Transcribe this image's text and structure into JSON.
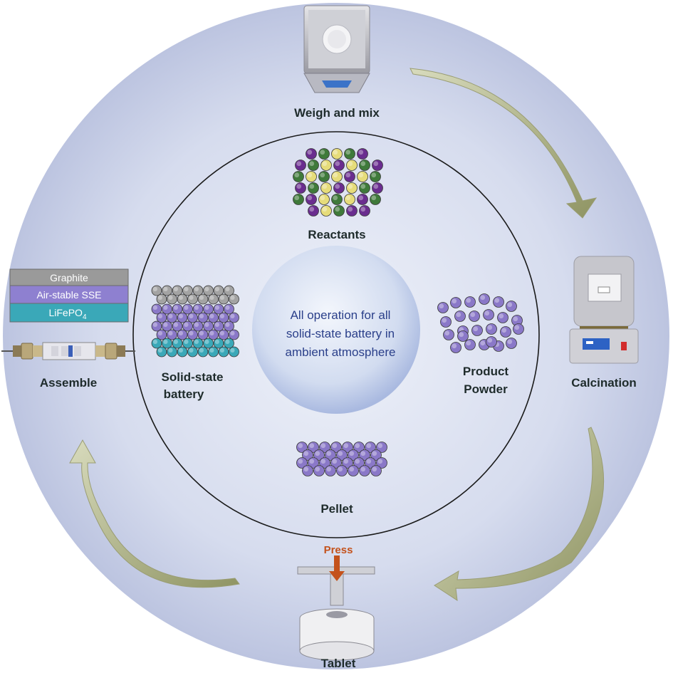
{
  "steps": {
    "weigh": "Weigh and mix",
    "calcination": "Calcination",
    "tablet": "Tablet",
    "assemble": "Assemble",
    "press": "Press"
  },
  "inner": {
    "reactants": "Reactants",
    "product_line1": "Product",
    "product_line2": "Powder",
    "pellet": "Pellet",
    "battery_line1": "Solid-state",
    "battery_line2": "battery"
  },
  "center": {
    "line1": "All operation for all",
    "line2": "solid-state battery in",
    "line3": "ambient atmosphere"
  },
  "layers": {
    "top": "Graphite",
    "middle": "Air-stable SSE",
    "bottom_main": "LiFePO",
    "bottom_sub": "4"
  },
  "colors": {
    "outer_disc": "#c7cee6",
    "particle_purple": "#8a78c8",
    "particle_green": "#3f7a3a",
    "particle_yellow": "#e6dc7a",
    "particle_violet": "#6a2d8f",
    "particle_gray": "#a3a3a3",
    "particle_teal": "#3aa8b8",
    "arrow": "#bdbf94",
    "press_arrow": "#c4521c"
  }
}
